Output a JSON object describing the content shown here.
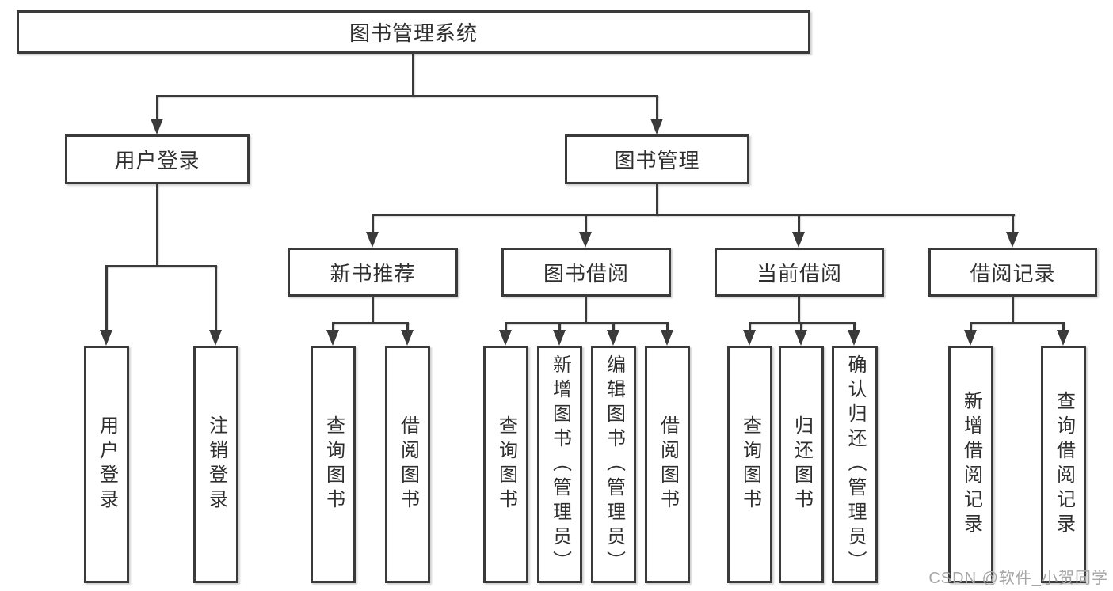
{
  "diagram": {
    "root": {
      "label": "图书管理系统"
    },
    "branches": [
      {
        "label": "用户登录",
        "children": [
          {
            "label": "用户登录"
          },
          {
            "label": "注销登录"
          }
        ]
      },
      {
        "label": "图书管理",
        "children": [
          {
            "label": "新书推荐",
            "children": [
              {
                "label": "查询图书"
              },
              {
                "label": "借阅图书"
              }
            ]
          },
          {
            "label": "图书借阅",
            "children": [
              {
                "label": "查询图书"
              },
              {
                "label": "新增图书（管理员）"
              },
              {
                "label": "编辑图书（管理员）"
              },
              {
                "label": "借阅图书"
              }
            ]
          },
          {
            "label": "当前借阅",
            "children": [
              {
                "label": "查询图书"
              },
              {
                "label": "归还图书"
              },
              {
                "label": "确认归还（管理员）"
              }
            ]
          },
          {
            "label": "借阅记录",
            "children": [
              {
                "label": "新增借阅记录"
              },
              {
                "label": "查询借阅记录"
              }
            ]
          }
        ]
      }
    ]
  },
  "watermark": {
    "text": "CSDN @软件_小贺同学"
  },
  "colors": {
    "line": "#3a3a3a",
    "text": "#2f2f2f",
    "background": "#ffffff",
    "watermark": "#a6a6a6"
  }
}
